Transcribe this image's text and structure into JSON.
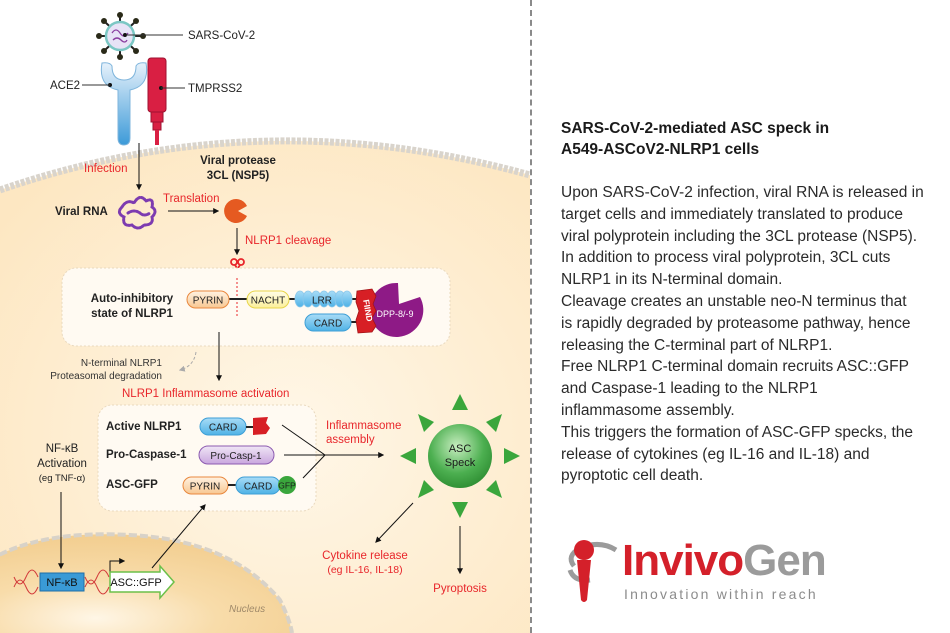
{
  "diagram": {
    "virus_label": "SARS-CoV-2",
    "receptor_label": "ACE2",
    "protease_label": "TMPRSS2",
    "infection_label": "Infection",
    "viral_protease_label_line1": "Viral protease",
    "viral_protease_label_line2": "3CL (NSP5)",
    "viral_rna_label": "Viral RNA",
    "translation_label": "Translation",
    "cleavage_label": "NLRP1 cleavage",
    "autoinhibitory_line1": "Auto-inhibitory",
    "autoinhibitory_line2": "state of NLRP1",
    "domains": {
      "pyrin": "PYRIN",
      "nacht": "NACHT",
      "lrr": "LRR",
      "find": "FIIND",
      "card": "CARD",
      "dpp": "DPP-8/-9"
    },
    "degradation_line1": "N-terminal NLRP1",
    "degradation_line2": "Proteasomal degradation",
    "activation_title": "NLRP1 Inflammasome activation",
    "active_nlrp1_label": "Active NLRP1",
    "pro_caspase_label": "Pro-Caspase-1",
    "pro_casp_domain": "Pro-Casp-1",
    "asc_gfp_label": "ASC-GFP",
    "gfp_domain": "GFP",
    "nfkb_activation_line1": "NF-κB",
    "nfkb_activation_line2": "Activation",
    "nfkb_activation_line3": "(eg TNF-α)",
    "assembly_line1": "Inflammasome",
    "assembly_line2": "assembly",
    "speck_line1": "ASC",
    "speck_line2": "Speck",
    "cytokine_line1": "Cytokine release",
    "cytokine_line2": "(eg IL-16, IL-18)",
    "pyroptosis_label": "Pyroptosis",
    "nfkb_box": "NF-κB",
    "reporter_box": "ASC::GFP",
    "nucleus_label": "Nucleus"
  },
  "colors": {
    "accent_red": "#e8262b",
    "cytoplasm": "#fdebc8",
    "nucleus": "#f7d9a4",
    "speck_green": "#3aa63c",
    "dpp_purple": "#8e1a86"
  },
  "panel": {
    "title_line1": "SARS-CoV-2-mediated ASC speck in",
    "title_line2": "A549-ASCoV2-NLRP1 cells",
    "body_lines": [
      "Upon SARS-CoV-2 infection, viral RNA is released in",
      "target cells and immediately translated to produce",
      "viral polyprotein including the 3CL protease (NSP5).",
      "In addition to process viral polyprotein, 3CL cuts",
      "NLRP1 in its N-terminal domain.",
      "Cleavage creates an unstable neo-N terminus that",
      "is rapidly degraded by proteasome pathway, hence",
      "releasing the C-terminal part of NLRP1.",
      "Free NLRP1 C-terminal domain recruits ASC::GFP",
      "and Caspase-1 leading to the NLRP1",
      "inflammasome assembly.",
      "This triggers the formation of ASC-GFP specks, the",
      "release of cytokines (eg IL-16 and IL-18) and",
      "pyroptotic cell death."
    ]
  },
  "logo": {
    "word_part1": "Invivo",
    "word_part2": "Gen",
    "tagline": "Innovation within reach"
  }
}
